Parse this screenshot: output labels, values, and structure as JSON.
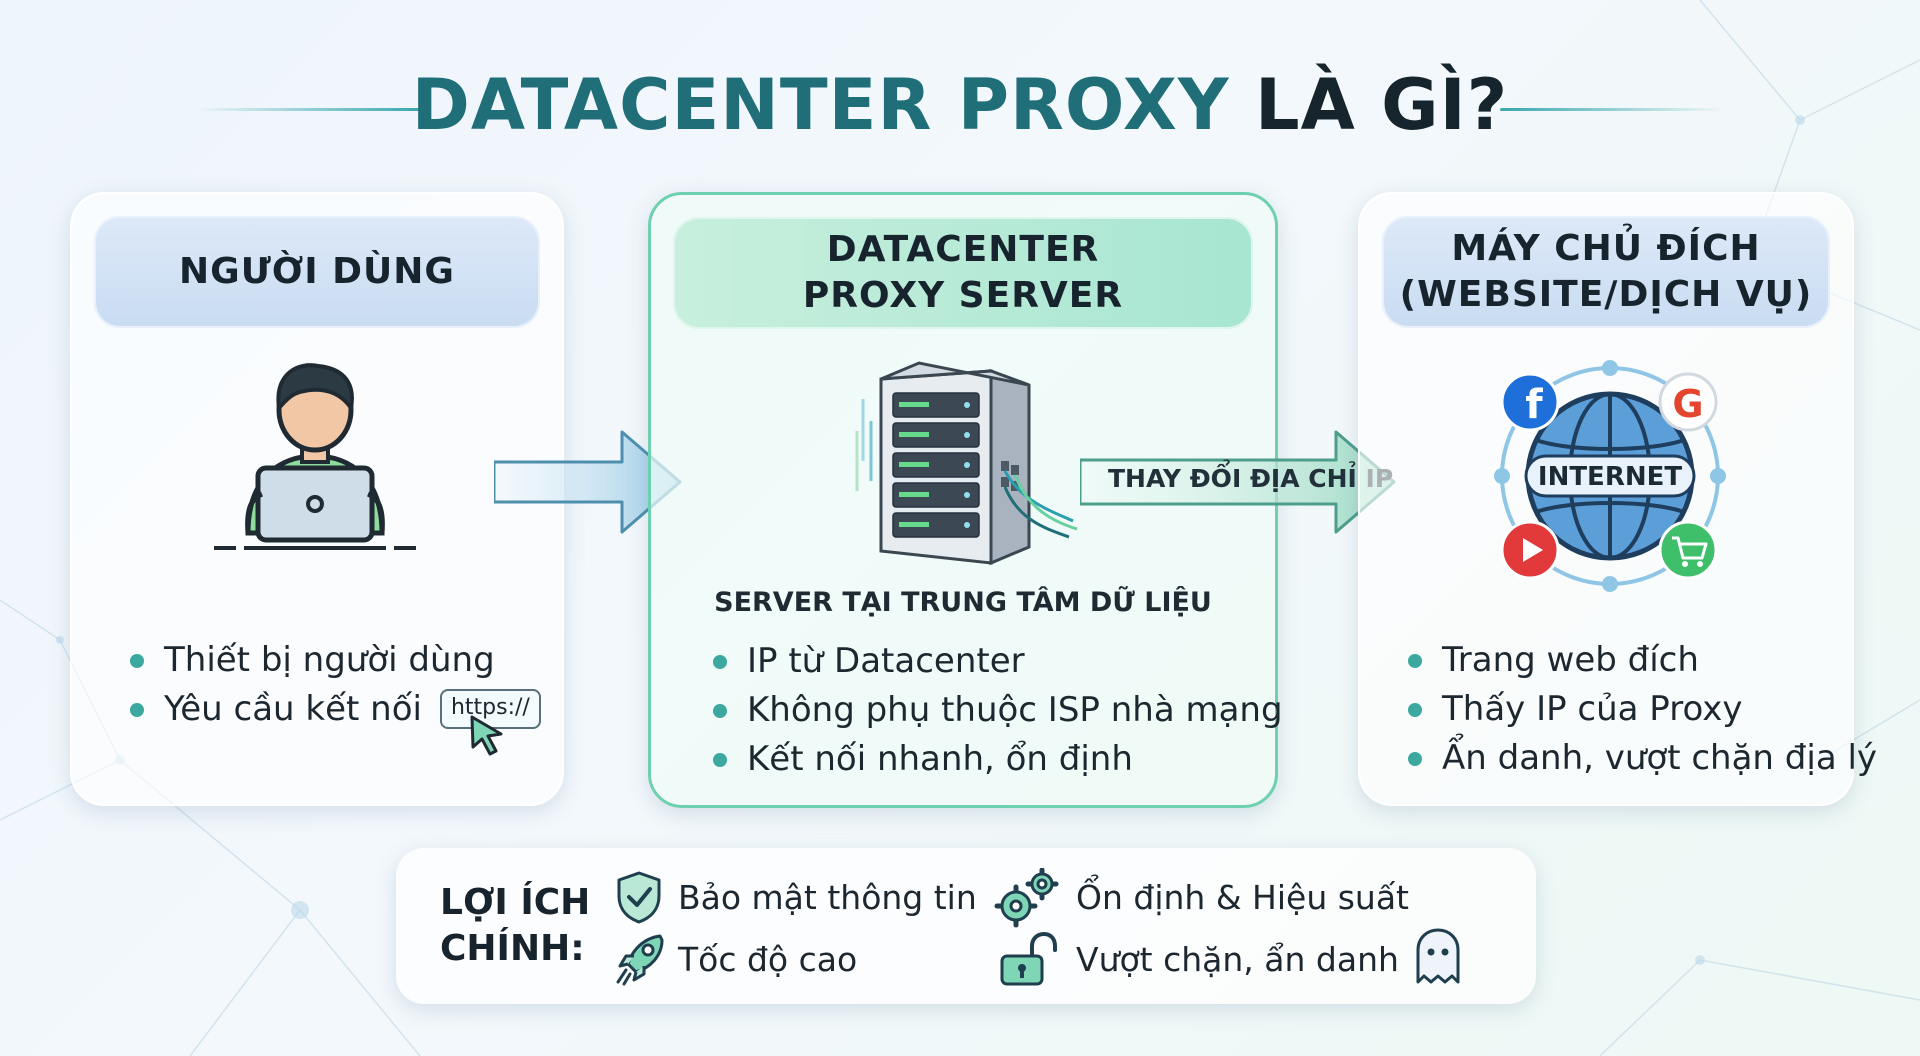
{
  "title": {
    "part1": "DATACENTER PROXY",
    "part2": "LÀ GÌ?"
  },
  "user_panel": {
    "header": "NGƯỜI DÙNG",
    "bullets": [
      "Thiết bị người dùng",
      "Yêu cầu kết nối"
    ],
    "https_label": "https://"
  },
  "proxy_panel": {
    "header_line1": "DATACENTER",
    "header_line2": "PROXY SERVER",
    "caption": "SERVER TẠI TRUNG TÂM DỮ LIỆU",
    "bullets": [
      "IP từ Datacenter",
      "Không phụ thuộc ISP nhà mạng",
      "Kết nối nhanh, ổn định"
    ]
  },
  "arrow_label": "THAY ĐỔI ĐỊA CHỈ IP",
  "target_panel": {
    "header_line1": "MÁY CHỦ ĐÍCH",
    "header_line2": "(WEBSITE/DỊCH VỤ)",
    "globe_label": "INTERNET",
    "bullets": [
      "Trang web đích",
      "Thấy IP của Proxy",
      "Ẩn danh, vượt chặn địa lý"
    ]
  },
  "benefits": {
    "title_line1": "LỢI ÍCH",
    "title_line2": "CHÍNH:",
    "items": [
      "Bảo mật thông tin",
      "Ổn định & Hiệu suất",
      "Tốc độ cao",
      "Vượt chặn, ẩn danh"
    ]
  },
  "colors": {
    "accent_teal": "#1f6e78",
    "bullet": "#3ca8a0",
    "proxy_border": "#6fd0b0",
    "arrow": "#a9d6ec"
  },
  "icons": [
    "user-laptop-icon",
    "cursor-icon",
    "server-rack-icon",
    "facebook-icon",
    "google-icon",
    "youtube-icon",
    "cart-icon",
    "globe-icon",
    "shield-check-icon",
    "gears-icon",
    "rocket-icon",
    "unlock-icon",
    "ghost-icon"
  ]
}
